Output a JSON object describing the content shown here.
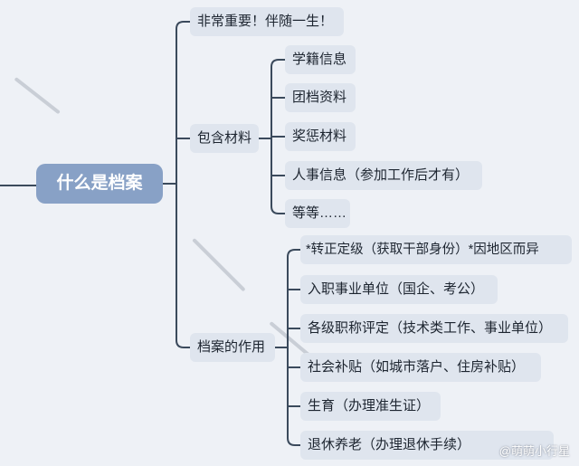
{
  "root": {
    "label": "什么是档案"
  },
  "branches": [
    {
      "label": "非常重要！伴随一生！",
      "children": []
    },
    {
      "label": "包含材料",
      "children": [
        "学籍信息",
        "团档资料",
        "奖惩材料",
        "人事信息（参加工作后才有）",
        "等等……"
      ]
    },
    {
      "label": "档案的作用",
      "children": [
        "*转正定级（获取干部身份）*因地区而异",
        "入职事业单位（国企、考公）",
        "各级职称评定（技术类工作、事业单位）",
        "社会补贴（如城市落户、住房补贴）",
        "生育（办理准生证）",
        "退休养老（办理退休手续）"
      ]
    }
  ],
  "watermark": "@萌萌小行星",
  "colors": {
    "root_fill": "#88a1c6",
    "node_fill": "#dfe5ee",
    "line": "#3b4a5c",
    "background": "#eef1f6"
  }
}
